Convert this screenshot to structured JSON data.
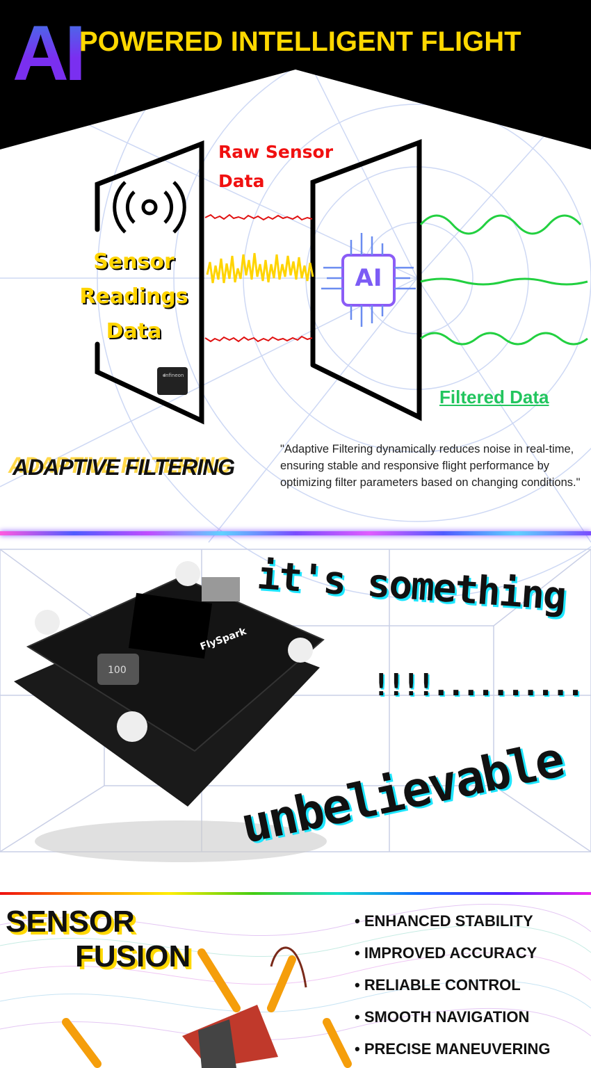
{
  "header": {
    "title_ai": "AI",
    "title_rest": "POWERED INTELLIGENT FLIGHT"
  },
  "diagram": {
    "raw_label": "Raw Sensor Data",
    "sensor_label": "Sensor Readings Data",
    "ai_chip_label": "AI",
    "chip_brand": "Infineon",
    "filtered_label": "Filtered Data"
  },
  "adaptive": {
    "heading": "ADAPTIVE FILTERING",
    "quote": "\"Adaptive Filtering dynamically reduces noise in real-time, ensuring stable and responsive flight performance by optimizing filter parameters based on changing conditions.\""
  },
  "board_section": {
    "board_brand": "FlySpark",
    "board_inductor": "100",
    "line1": "it's something",
    "line2": "!!!!..........",
    "line3": "unbelievable"
  },
  "fusion": {
    "heading_line1": "SENSOR",
    "heading_line2": "FUSION",
    "benefits": [
      "ENHANCED STABILITY",
      "IMPROVED ACCURACY",
      "RELIABLE CONTROL",
      "SMOOTH NAVIGATION",
      "PRECISE MANEUVERING"
    ]
  },
  "colors": {
    "title_yellow": "#ffd800",
    "raw_red": "#f01010",
    "filtered_green": "#22c55e",
    "ai_purple": "#7a2ff0",
    "glow_cyan": "#1ee6ff"
  }
}
